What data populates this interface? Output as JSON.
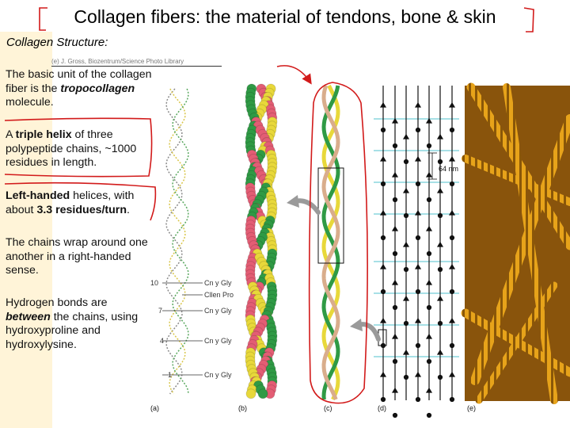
{
  "title": "Collagen fibers: the material of tendons, bone & skin",
  "subtitle": "Collagen Structure:",
  "credit": "(e) J. Gross, Biozentrum/Science Photo Library",
  "paragraphs": [
    {
      "pre": "The basic unit of the collagen fiber is the ",
      "em": "tropocollagen",
      "post": " molecule."
    },
    {
      "pre": "A ",
      "strong": "triple helix",
      "post": " of three polypeptide chains, ~1000 residues in length."
    },
    {
      "strong": "Left-handed",
      "mid": " helices, with about ",
      "strong2": "3.3 residues/turn",
      "post": "."
    },
    {
      "text": "The chains wrap around one another in a right-handed sense."
    },
    {
      "pre": "Hydrogen bonds are ",
      "em": "between",
      "post": " the chains, using hydroxyproline and hydroxylysine."
    }
  ],
  "figure": {
    "panel_labels": [
      "(a)",
      "(b)",
      "(c)",
      "(d)",
      "(e)"
    ],
    "residue_numbers": [
      "10",
      "7",
      "4",
      "1"
    ],
    "residue_labels": [
      "Cn y Gly",
      "Cllen Pro",
      "Cn y Gly",
      "Cn y Gly",
      "Cn y Gly"
    ],
    "scale_label": "64 nm",
    "colors": {
      "red": "#e35d74",
      "yellow": "#e8d83a",
      "green": "#2f9a45",
      "annotation": "#d21a1a",
      "fiber": "#d89410"
    }
  }
}
